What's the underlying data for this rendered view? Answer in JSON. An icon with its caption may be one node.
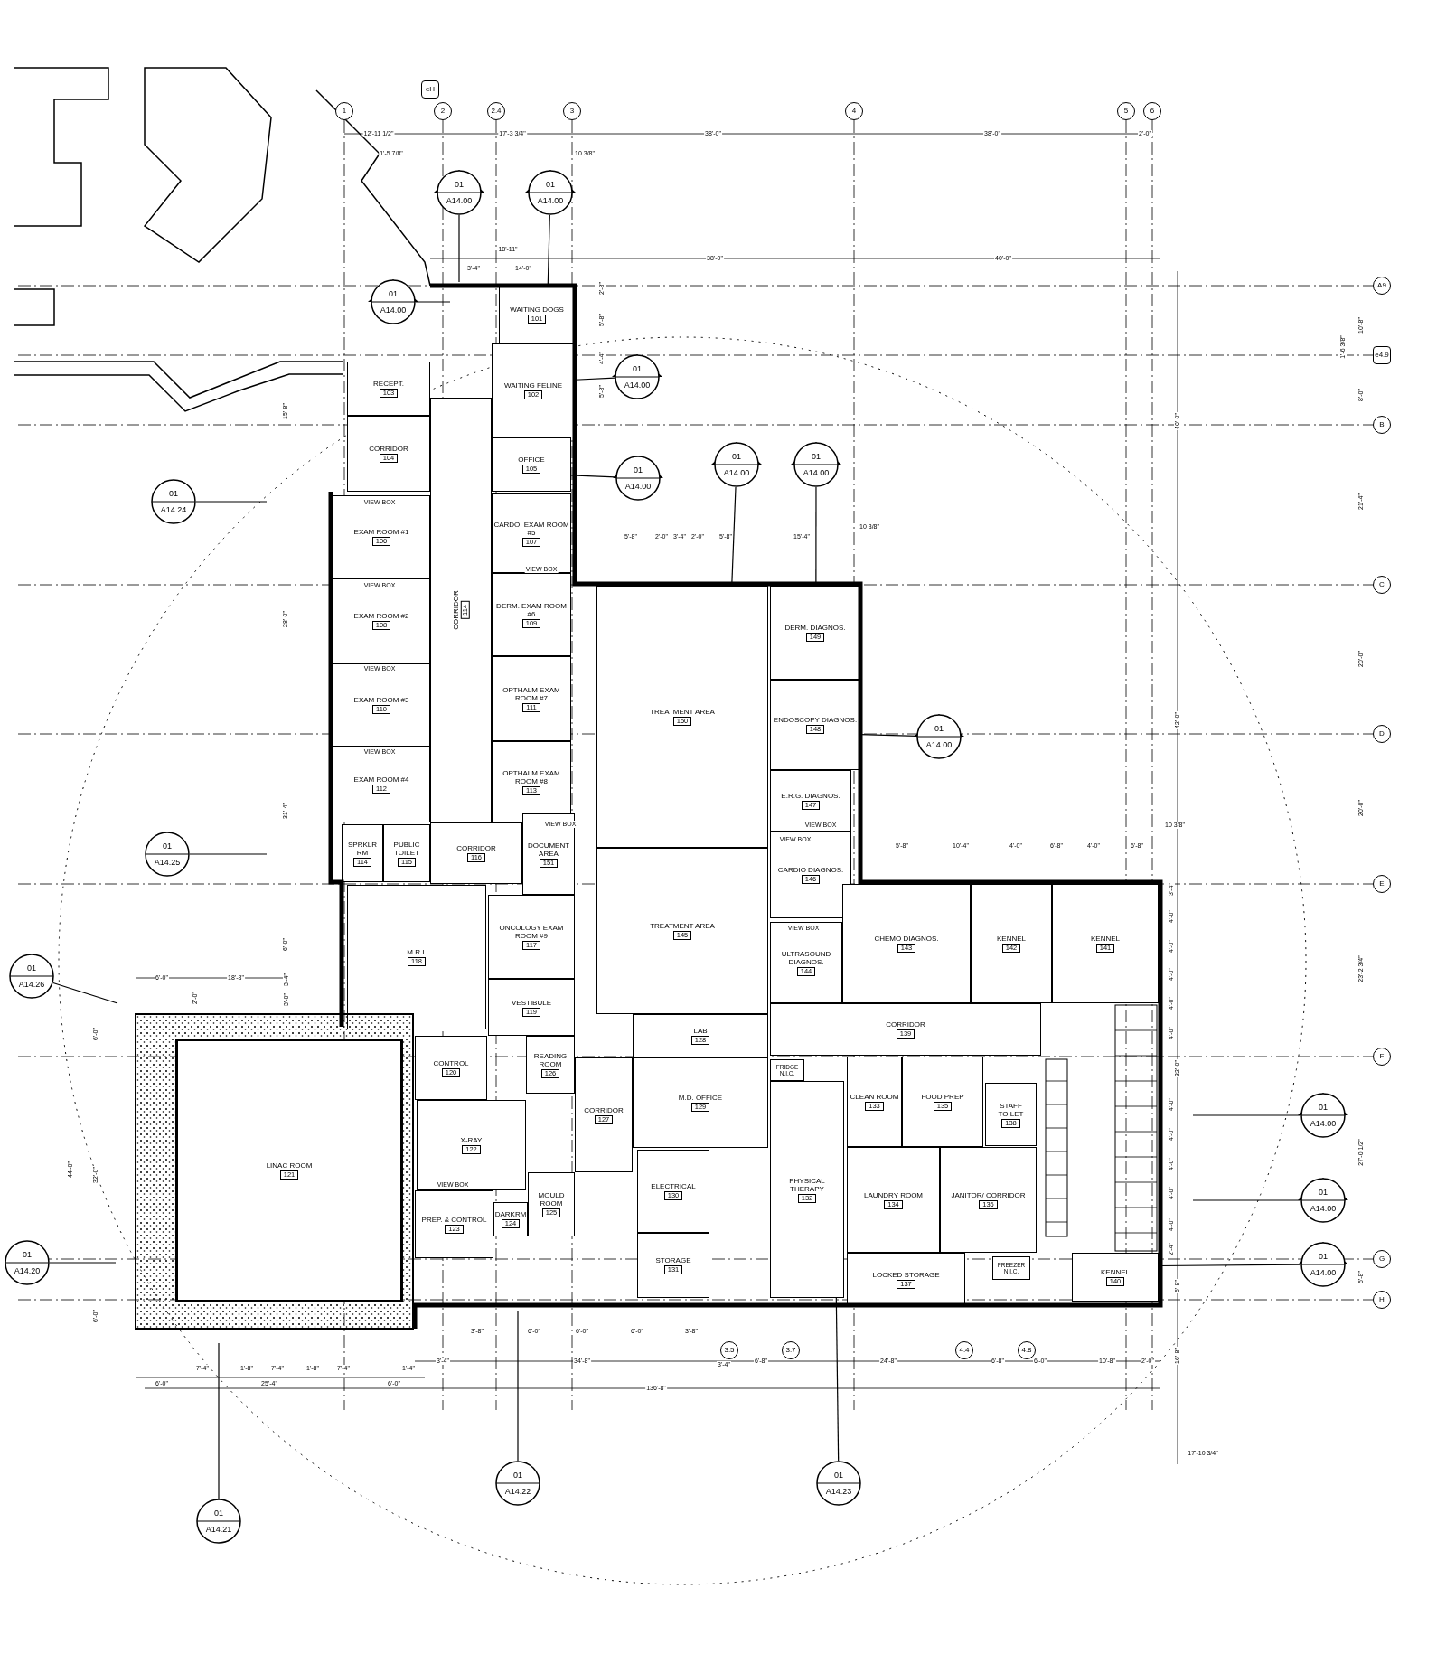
{
  "diagram": {
    "nodes": [
      {
        "text": [
          "WAITING DOGS",
          "101"
        ]
      },
      {
        "text": [
          "RECEPT.",
          "103"
        ]
      },
      {
        "text": [
          "WAITING FELINE",
          "102"
        ]
      },
      {
        "text": [
          "CORRIDOR",
          "104"
        ]
      },
      {
        "text": [
          "OFFICE",
          "105"
        ]
      },
      {
        "text": [
          "EXAM ROOM #1",
          "106"
        ]
      },
      {
        "text": [
          "CARDO. EXAM ROOM #5",
          "107"
        ]
      },
      {
        "text": [
          "EXAM ROOM #2",
          "108"
        ]
      },
      {
        "text": [
          "DERM. EXAM ROOM #6",
          "109"
        ]
      },
      {
        "text": [
          "EXAM ROOM #3",
          "110"
        ]
      },
      {
        "text": [
          "OPTHALM EXAM ROOM #7",
          "111"
        ]
      },
      {
        "text": [
          "CORRIDOR",
          "114"
        ]
      },
      {
        "text": [
          "EXAM ROOM #4",
          "112"
        ]
      },
      {
        "text": [
          "OPTHALM EXAM ROOM #8",
          "113"
        ]
      },
      {
        "text": [
          "TREATMENT AREA",
          "150"
        ]
      },
      {
        "text": [
          "DERM. DIAGNOS.",
          "149"
        ]
      },
      {
        "text": [
          "ENDOSCOPY DIAGNOS.",
          "148"
        ]
      },
      {
        "text": [
          "E.R.G. DIAGNOS.",
          "147"
        ]
      },
      {
        "text": [
          "SPRKLR RM",
          "114"
        ]
      },
      {
        "text": [
          "PUBLIC TOILET",
          "115"
        ]
      },
      {
        "text": [
          "CORRIDOR",
          "116"
        ]
      },
      {
        "text": [
          "DOCUMENT AREA",
          "151"
        ]
      },
      {
        "text": [
          "CARDIO DIAGNOS.",
          "146"
        ]
      },
      {
        "text": [
          "M.R.I.",
          "118"
        ]
      },
      {
        "text": [
          "ONCOLOGY EXAM ROOM #9",
          "117"
        ]
      },
      {
        "text": [
          "TREATMENT AREA",
          "145"
        ]
      },
      {
        "text": [
          "ULTRASOUND DIAGNOS.",
          "144"
        ]
      },
      {
        "text": [
          "CHEMO DIAGNOS.",
          "143"
        ]
      },
      {
        "text": [
          "KENNEL",
          "142"
        ]
      },
      {
        "text": [
          "KENNEL",
          "141"
        ]
      },
      {
        "text": [
          "VESTIBULE",
          "119"
        ]
      },
      {
        "text": [
          "LAB",
          "128"
        ]
      },
      {
        "text": [
          "CORRIDOR",
          "139"
        ]
      },
      {
        "text": [
          "CONTROL",
          "120"
        ]
      },
      {
        "text": [
          "READING ROOM",
          "126"
        ]
      },
      {
        "text": [
          "CORRIDOR",
          "127"
        ]
      },
      {
        "text": [
          "M.D. OFFICE",
          "129"
        ]
      },
      {
        "text": [
          "FRIDGE N.I.C."
        ]
      },
      {
        "text": [
          "CLEAN ROOM",
          "133"
        ]
      },
      {
        "text": [
          "FOOD PREP",
          "135"
        ]
      },
      {
        "text": [
          "STAFF TOILET",
          "138"
        ]
      },
      {
        "text": [
          "X-RAY",
          "122"
        ]
      },
      {
        "text": [
          "ELECTRICAL",
          "130"
        ]
      },
      {
        "text": [
          "PHYSICAL THERAPY",
          "132"
        ]
      },
      {
        "text": [
          "LAUNDRY ROOM",
          "134"
        ]
      },
      {
        "text": [
          "JANITOR/ CORRIDOR",
          "136"
        ]
      },
      {
        "text": [
          "MOULD ROOM",
          "125"
        ]
      },
      {
        "text": [
          "PREP. & CONTROL",
          "123"
        ]
      },
      {
        "text": [
          "DARKRM",
          "124"
        ]
      },
      {
        "text": [
          "LINAC ROOM",
          "121"
        ]
      },
      {
        "text": [
          "STORAGE",
          "131"
        ]
      },
      {
        "text": [
          "FREEZER N.I.C."
        ]
      },
      {
        "text": [
          "LOCKED STORAGE",
          "137"
        ]
      },
      {
        "text": [
          "KENNEL",
          "140"
        ]
      },
      {
        "text": [
          "01",
          "A14.00"
        ]
      },
      {
        "text": [
          "01",
          "A14.00"
        ]
      },
      {
        "text": [
          "01",
          "A14.00"
        ]
      },
      {
        "text": [
          "01",
          "A14.00"
        ]
      },
      {
        "text": [
          "01",
          "A14.00"
        ]
      },
      {
        "text": [
          "01",
          "A14.00"
        ]
      },
      {
        "text": [
          "01",
          "A14.00"
        ]
      },
      {
        "text": [
          "01",
          "A14.24"
        ]
      },
      {
        "text": [
          "01",
          "A14.00"
        ]
      },
      {
        "text": [
          "01",
          "A14.25"
        ]
      },
      {
        "text": [
          "01",
          "A14.26"
        ]
      },
      {
        "text": [
          "01",
          "A14.00"
        ]
      },
      {
        "text": [
          "01",
          "A14.00"
        ]
      },
      {
        "text": [
          "01",
          "A14.20"
        ]
      },
      {
        "text": [
          "01",
          "A14.00"
        ]
      },
      {
        "text": [
          "01",
          "A14.22"
        ]
      },
      {
        "text": [
          "01",
          "A14.23"
        ]
      },
      {
        "text": [
          "01",
          "A14.21"
        ]
      }
    ],
    "edges": [
      {
        "from": 54,
        "to": null,
        "arrow": "none"
      },
      {
        "from": 55,
        "to": 0,
        "arrow": "none"
      },
      {
        "from": 56,
        "to": null,
        "arrow": "none"
      },
      {
        "from": 57,
        "to": 2,
        "arrow": "none"
      },
      {
        "from": 58,
        "to": 4,
        "arrow": "none"
      },
      {
        "from": 59,
        "to": 14,
        "arrow": "none"
      },
      {
        "from": 60,
        "to": 15,
        "arrow": "none"
      },
      {
        "from": 61,
        "to": null,
        "arrow": "none"
      },
      {
        "from": 62,
        "to": 16,
        "arrow": "none"
      },
      {
        "from": 63,
        "to": null,
        "arrow": "none"
      },
      {
        "from": 64,
        "to": null,
        "arrow": "none"
      },
      {
        "from": 65,
        "to": null,
        "arrow": "none"
      },
      {
        "from": 66,
        "to": null,
        "arrow": "none"
      },
      {
        "from": 67,
        "to": null,
        "arrow": "none"
      },
      {
        "from": 68,
        "to": 53,
        "arrow": "none"
      },
      {
        "from": 69,
        "to": null,
        "arrow": "none"
      },
      {
        "from": 70,
        "to": 43,
        "arrow": "none"
      },
      {
        "from": 71,
        "to": null,
        "arrow": "none"
      }
    ],
    "labels": [
      "1",
      "eH",
      "2",
      "2.4",
      "3",
      "4",
      "5",
      "6",
      "A9",
      "e4.9",
      "B",
      "C",
      "D",
      "E",
      "F",
      "G",
      "H",
      "3.5",
      "3.7",
      "4.4",
      "4.8",
      "12'-11 1/2\"",
      "17'-3 3/4\"",
      "38'-0\"",
      "38'-0\"",
      "2'-0\"",
      "1'-5 7/8\"",
      "10 3/8\"",
      "18'-11\"",
      "3'-4\"",
      "14'-0\"",
      "38'-0\"",
      "40'-0\"",
      "2'-8\"",
      "5'-8\"",
      "4'-4\"",
      "5'-8\"",
      "1'-6 3/8\"",
      "10'-8\"",
      "8'-0\"",
      "40'-0\"",
      "21'-4\"",
      "20'-0\"",
      "42'-0\"",
      "20'-0\"",
      "10 3/8\"",
      "23'-2 3/4\"",
      "32'-0\"",
      "27'-0 1/2\"",
      "5'-8\"",
      "5'-8\"",
      "16'-8\"",
      "17'-10 3/4\"",
      "5'-8\"",
      "2'-0\"",
      "3'-4\"",
      "2'-0\"",
      "5'-8\"",
      "15'-4\"",
      "10 3/8\"",
      "5'-8\"",
      "10'-4\"",
      "4'-0\"",
      "6'-8\"",
      "4'-0\"",
      "6'-8\"",
      "3'-4\"",
      "4'-0\"",
      "4'-0\"",
      "4'-0\"",
      "4'-0\"",
      "4'-0\"",
      "4'-0\"",
      "4'-0\"",
      "4'-0\"",
      "4'-0\"",
      "4'-0\"",
      "2'-4\"",
      "3'-8\"",
      "6'-0\"",
      "6'-0\"",
      "6'-0\"",
      "3'-8\"",
      "3'-4\"",
      "34'-8\"",
      "3'-4\"",
      "6'-8\"",
      "24'-8\"",
      "6'-8\"",
      "6'-0\"",
      "10'-8\"",
      "2'-0\"",
      "136'-8\"",
      "6'-0\"",
      "18'-8\"",
      "2'-0\"",
      "3'-4\"",
      "3'-0\"",
      "6'-0\"",
      "44'-0\"",
      "32'-0\"",
      "6'-0\"",
      "7'-4\"",
      "1'-8\"",
      "7'-4\"",
      "1'-8\"",
      "7'-4\"",
      "1'-4\"",
      "6'-0\"",
      "25'-4\"",
      "6'-0\"",
      "15'-8\"",
      "28'-0\"",
      "31'-4\"",
      "6'-0\"",
      "VIEW BOX",
      "VIEW BOX",
      "VIEW BOX",
      "VIEW BOX",
      "VIEW BOX",
      "VIEW BOX",
      "VIEW BOX",
      "VIEW BOX",
      "VIEW BOX",
      "VIEW BOX"
    ]
  }
}
